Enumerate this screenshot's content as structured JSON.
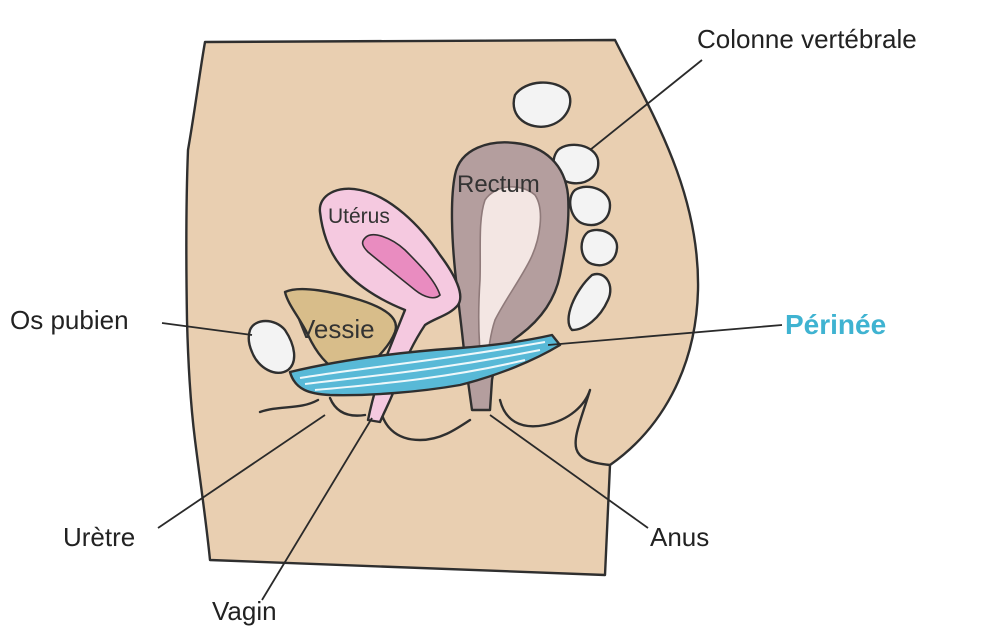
{
  "colors": {
    "skin": "#e9cfb1",
    "perineum": "#58b9d7",
    "perineum_label": "#3fb3d1",
    "uterus": "#f5c9e0",
    "bladder": "#d8bd8a",
    "rectum": "#b49e9e",
    "bone": "#f3f3f3"
  },
  "labels": {
    "spine": "Colonne vertébrale",
    "rectum": "Rectum",
    "uterus": "Utérus",
    "pubic_bone": "Os pubien",
    "bladder": "Vessie",
    "perineum": "Périnée",
    "urethra": "Urètre",
    "vagina": "Vagin",
    "anus": "Anus"
  }
}
